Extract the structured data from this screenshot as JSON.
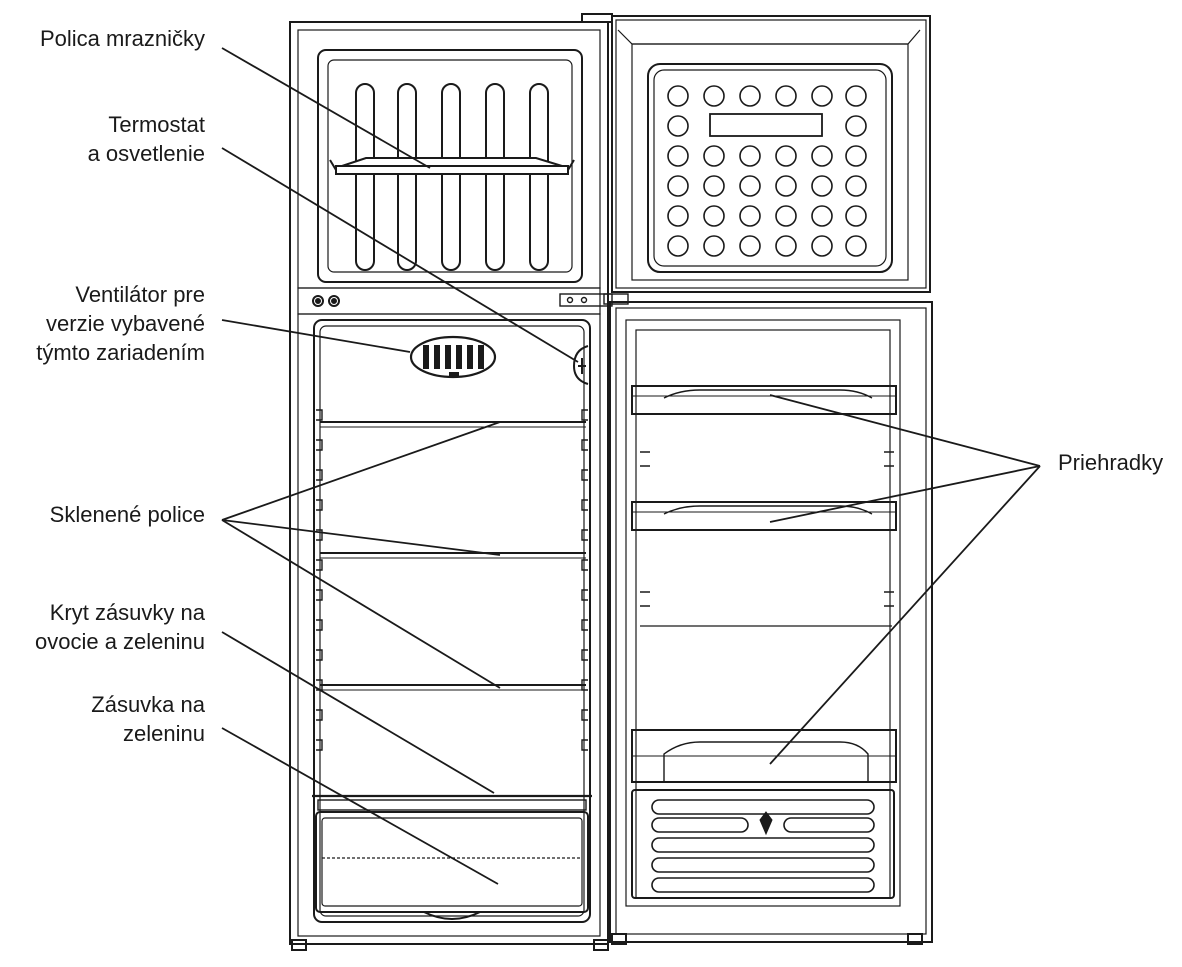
{
  "labels": {
    "freezer_shelf": [
      "Polica mrazničky"
    ],
    "thermostat": [
      "Termostat",
      "a osvetlenie"
    ],
    "fan": [
      "Ventilátor pre",
      "verzie vybavené",
      "týmto zariadením"
    ],
    "glass_shelves": [
      "Sklenené police"
    ],
    "crisper_cover": [
      "Kryt zásuvky na",
      "ovocie a zeleninu"
    ],
    "crisper_drawer": [
      "Zásuvka na",
      "zeleninu"
    ],
    "door_bins": [
      "Priehradky"
    ]
  },
  "colors": {
    "line": "#1a1a1a",
    "text": "#1a1a1a",
    "background": "#ffffff"
  }
}
